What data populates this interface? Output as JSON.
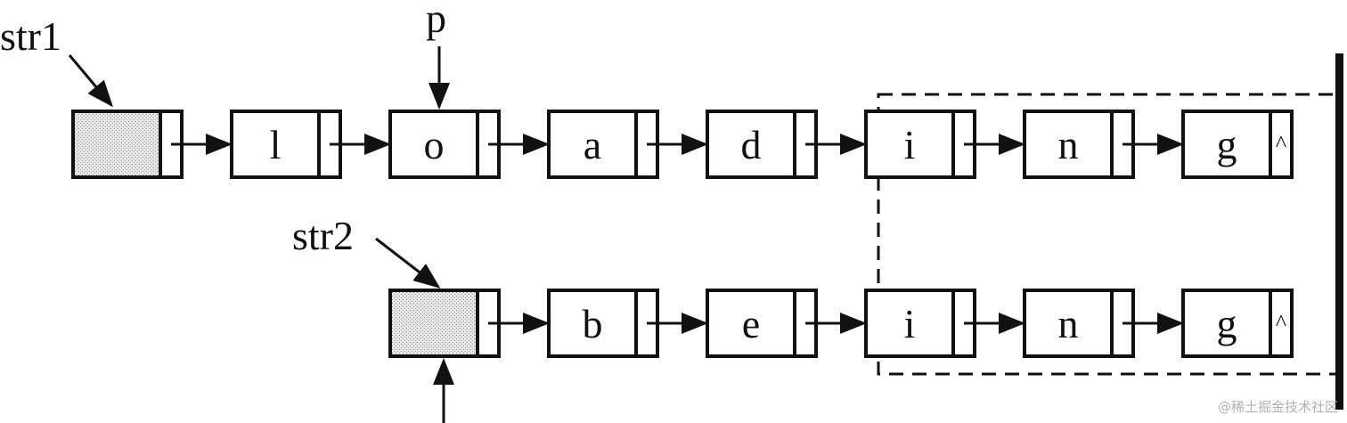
{
  "labels": {
    "str1": "str1",
    "str2": "str2",
    "p": "p"
  },
  "list1": {
    "head": "",
    "nodes": [
      "l",
      "o",
      "a",
      "d",
      "i",
      "n",
      "g"
    ]
  },
  "list2": {
    "head": "",
    "nodes": [
      "b",
      "e",
      "i",
      "n",
      "g"
    ]
  },
  "null_marker": "^",
  "watermark": "@稀土掘金技术社区",
  "colors": {
    "stroke": "#111111",
    "head_fill": "#e4e4e4",
    "background": "#ffffff"
  }
}
